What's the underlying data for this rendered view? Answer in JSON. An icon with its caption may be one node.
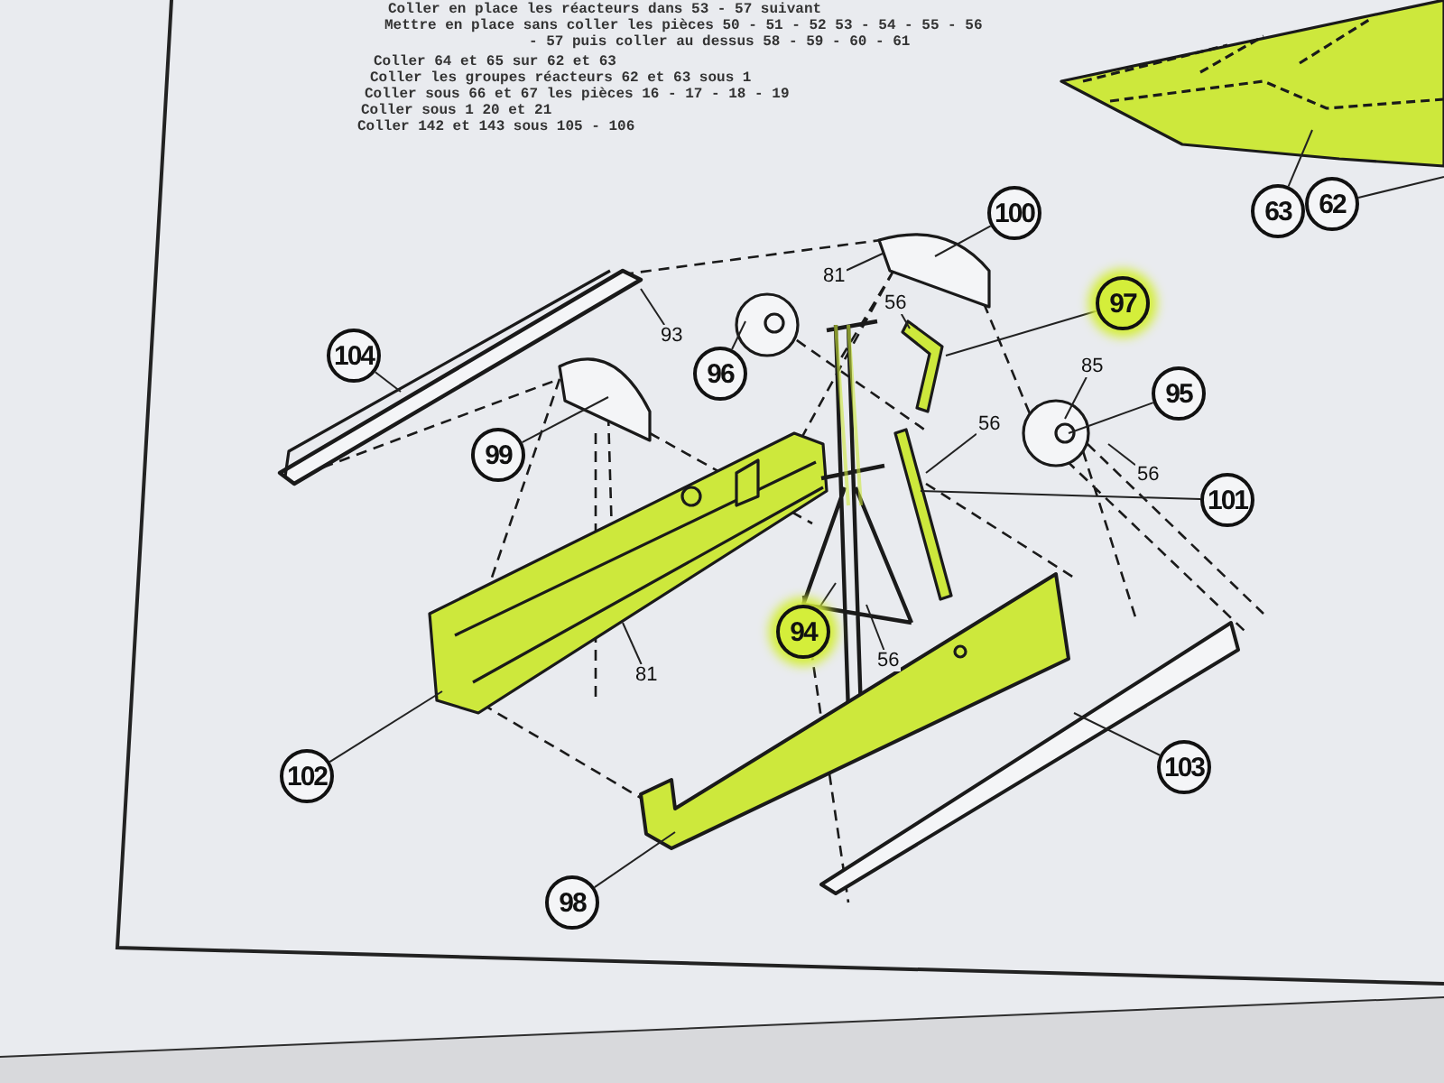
{
  "diagram": {
    "nodes": [
      {
        "text": [
          "63"
        ]
      },
      {
        "text": [
          "62"
        ]
      },
      {
        "text": [
          "100"
        ]
      },
      {
        "text": [
          "81"
        ]
      },
      {
        "text": [
          "97"
        ]
      },
      {
        "text": [
          "93"
        ]
      },
      {
        "text": [
          "56"
        ]
      },
      {
        "text": [
          "96"
        ]
      },
      {
        "text": [
          "104"
        ]
      },
      {
        "text": [
          "85"
        ]
      },
      {
        "text": [
          "95"
        ]
      },
      {
        "text": [
          "99"
        ]
      },
      {
        "text": [
          "56"
        ]
      },
      {
        "text": [
          "56"
        ]
      },
      {
        "text": [
          "101"
        ]
      },
      {
        "text": [
          "81"
        ]
      },
      {
        "text": [
          "94"
        ]
      },
      {
        "text": [
          "56"
        ]
      },
      {
        "text": [
          "102"
        ]
      },
      {
        "text": [
          "103"
        ]
      },
      {
        "text": [
          "98"
        ]
      }
    ],
    "edges": [
      {
        "from": 0,
        "to": null,
        "arrow": "none"
      },
      {
        "from": 1,
        "to": null,
        "arrow": "none"
      },
      {
        "from": 2,
        "to": null,
        "arrow": "none"
      },
      {
        "from": 3,
        "to": null,
        "arrow": "none"
      },
      {
        "from": 4,
        "to": null,
        "arrow": "none"
      },
      {
        "from": 5,
        "to": null,
        "arrow": "none"
      },
      {
        "from": 6,
        "to": null,
        "arrow": "none"
      },
      {
        "from": 7,
        "to": null,
        "arrow": "none"
      },
      {
        "from": 8,
        "to": null,
        "arrow": "none"
      },
      {
        "from": 9,
        "to": null,
        "arrow": "none"
      },
      {
        "from": 10,
        "to": null,
        "arrow": "none"
      },
      {
        "from": 11,
        "to": null,
        "arrow": "none"
      },
      {
        "from": 12,
        "to": null,
        "arrow": "none"
      },
      {
        "from": 13,
        "to": null,
        "arrow": "none"
      },
      {
        "from": 14,
        "to": null,
        "arrow": "none"
      },
      {
        "from": 15,
        "to": null,
        "arrow": "none"
      },
      {
        "from": 16,
        "to": null,
        "arrow": "none"
      },
      {
        "from": 17,
        "to": null,
        "arrow": "none"
      },
      {
        "from": 18,
        "to": null,
        "arrow": "none"
      },
      {
        "from": 19,
        "to": null,
        "arrow": "none"
      },
      {
        "from": 20,
        "to": null,
        "arrow": "none"
      }
    ],
    "labels": [
      "Coller en place les réacteurs dans 53 - 57 suivant",
      "Mettre en place sans coller les pièces 50 - 51 - 52 53 - 54 - 55 - 56 - 57 puis coller au dessus 58 - 59 - 60 - 61",
      "Coller 64 et 65 sur 62 et 63",
      "Coller les groupes réacteurs 62 et 63 sous 1",
      "Coller sous 66 et 67 les pièces 16 - 17 - 18 - 19",
      "Coller sous 1 20 et 21",
      "Coller 142 et 143 sous 105 - 106"
    ]
  }
}
